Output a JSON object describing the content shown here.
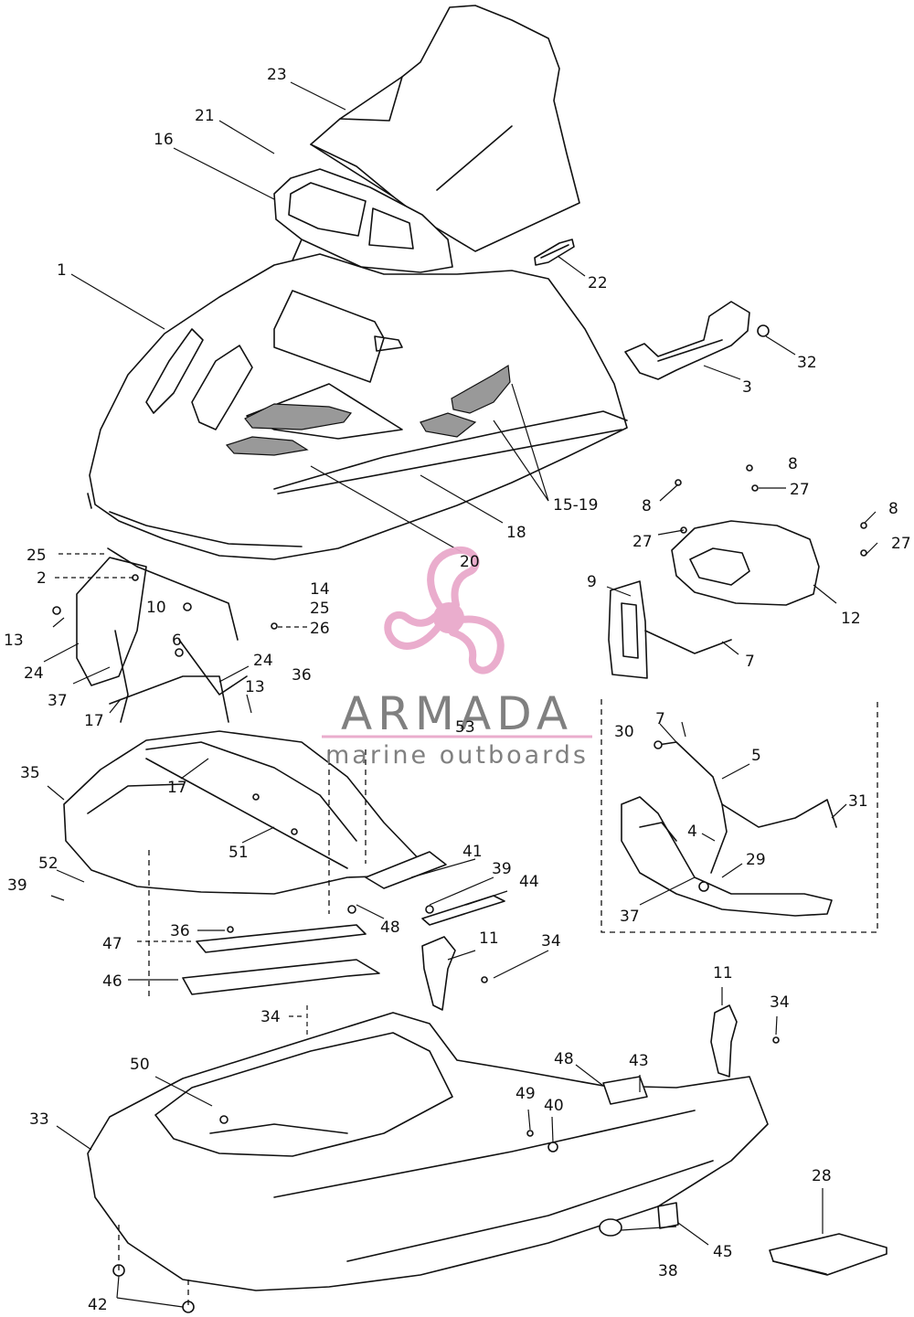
{
  "watermark": {
    "brand": "ARMADA",
    "tagline": "marine outboards",
    "brand_color": "#7a7a7a",
    "logo_color": "#e9a9cb",
    "logo_icon": "propeller-logo-icon"
  },
  "callouts": {
    "c1": "1",
    "c2": "2",
    "c3": "3",
    "c4": "4",
    "c5": "5",
    "c6": "6",
    "c7a": "7",
    "c7b": "7",
    "c8a": "8",
    "c8b": "8",
    "c8c": "8",
    "c9": "9",
    "c10": "10",
    "c11a": "11",
    "c11b": "11",
    "c12": "12",
    "c13a": "13",
    "c13b": "13",
    "c14": "14",
    "c15_19": "15-19",
    "c16": "16",
    "c17a": "17",
    "c17b": "17",
    "c18": "18",
    "c20": "20",
    "c21": "21",
    "c22": "22",
    "c23": "23",
    "c24a": "24",
    "c24b": "24",
    "c25a": "25",
    "c25b": "25",
    "c26": "26",
    "c27a": "27",
    "c27b": "27",
    "c27c": "27",
    "c28": "28",
    "c29": "29",
    "c30": "30",
    "c31": "31",
    "c32": "32",
    "c33": "33",
    "c34a": "34",
    "c34b": "34",
    "c34c": "34",
    "c35": "35",
    "c36a": "36",
    "c36b": "36",
    "c37a": "37",
    "c37b": "37",
    "c38": "38",
    "c39a": "39",
    "c39b": "39",
    "c40": "40",
    "c41": "41",
    "c42": "42",
    "c43": "43",
    "c44": "44",
    "c45": "45",
    "c46": "46",
    "c47": "47",
    "c48a": "48",
    "c48b": "48",
    "c49": "49",
    "c50": "50",
    "c51": "51",
    "c52": "52",
    "c53": "53"
  }
}
